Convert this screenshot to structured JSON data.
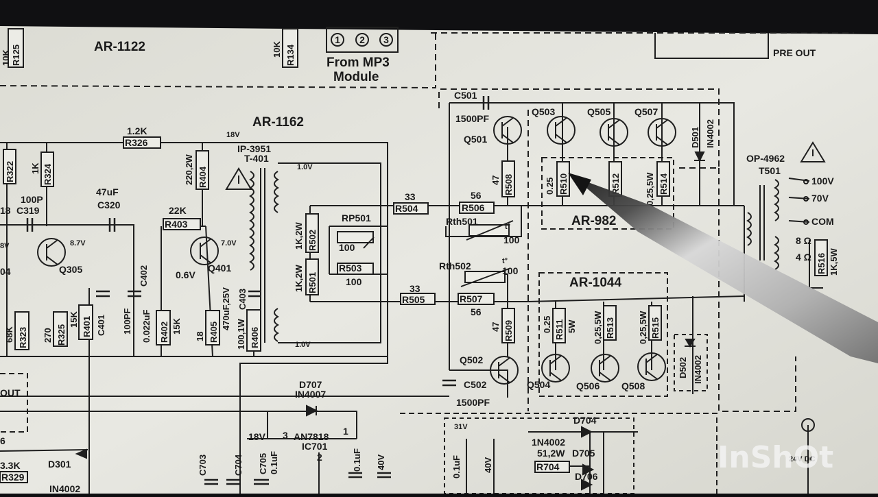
{
  "blocks": {
    "ar1122": "AR-1122",
    "ar1162": "AR-1162",
    "ar982": "AR-982",
    "ar1044": "AR-1044",
    "op4962": "OP-4962",
    "t501": "T501",
    "pre_out": "PRE OUT",
    "from_mp3_1": "From MP3",
    "from_mp3_2": "Module",
    "out": "OUT",
    "an7818": "AN7818",
    "ic701": "IC701",
    "dc24": "24V DC",
    "ip3951": "IP-3951",
    "t401": "T-401"
  },
  "connector_pins": [
    "1",
    "2",
    "3"
  ],
  "taps": {
    "v100": "100V",
    "v70": "70V",
    "com": "COM",
    "ohm8": "8 Ω",
    "ohm4": "4 Ω"
  },
  "transistors": {
    "q305": "Q305",
    "q401": "Q401",
    "q501": "Q501",
    "q502": "Q502",
    "q503": "Q503",
    "q505": "Q505",
    "q507": "Q507",
    "q504": "Q504",
    "q506": "Q506",
    "q508": "Q508"
  },
  "resistors": {
    "r125": "R125",
    "r134": "R134",
    "r322": "R322",
    "r324": "R324",
    "r326": "R326",
    "r404": "R404",
    "r403": "R403",
    "r402": "R402",
    "r323": "R323",
    "r325": "R325",
    "r401": "R401",
    "r405": "R405",
    "r406": "R406",
    "r502": "R502",
    "r501": "R501",
    "r503": "R503",
    "r504": "R504",
    "r505": "R505",
    "r506": "R506",
    "r507": "R507",
    "r508": "R508",
    "r509": "R509",
    "r510": "R510",
    "r512": "R512",
    "r514": "R514",
    "r511": "R511",
    "r513": "R513",
    "r515": "R515",
    "r516": "R516",
    "r329": "R329",
    "r704": "R704",
    "rp501": "RP501",
    "rth501": "Rth501",
    "rth502": "Rth502"
  },
  "capacitors": {
    "c319": "C319",
    "c320": "C320",
    "c402": "C402",
    "c401": "C401",
    "c403": "C403",
    "c501": "C501",
    "c502": "C502",
    "c703": "C703",
    "c704": "C704",
    "c705": "C705"
  },
  "diodes": {
    "d501": "D501",
    "d502": "D502",
    "d707": "D707",
    "d301": "D301",
    "d704": "D704",
    "d705": "D705",
    "d706": "D706",
    "in4002": "IN4002",
    "in4007": "IN4007",
    "n4002": "1N4002"
  },
  "values": {
    "k10": "10K",
    "k12": "1.2K",
    "k1": "1K",
    "k22": "22K",
    "k15": "15K",
    "k68": "68K",
    "r270": "270",
    "r18": "18",
    "r220_2w": "220,2W",
    "p100": "100P",
    "uf47": "47uF",
    "pf100": "100PF",
    "uf022": "0.022uF",
    "v18": "18V",
    "v10": "1.0V",
    "v06": "0.6V",
    "v87": "8.7V",
    "v70": "7.0V",
    "c403v": "470uF,25V",
    "r406v": "100,1W",
    "k12w": "1K,2W",
    "ohm100": "100",
    "ohm33": "33",
    "ohm56": "56",
    "ohm47": "47",
    "pf1500": "1500PF",
    "r025": "0.25",
    "r025_5w": "0,25,5W",
    "w5": "5W",
    "r516v": "1K,5W",
    "v31": "31V",
    "uf01": "0.1uF",
    "v40": "40V",
    "r704v": "51,2W",
    "k33": "3.3K",
    "num3": "3",
    "num2": "2",
    "num1": "1",
    "num6": "6",
    "num8": "8",
    "num04": "04",
    "t_deg": "t°",
    "p1a": "8V",
    "p1b": "18"
  },
  "watermark": "InShOt"
}
